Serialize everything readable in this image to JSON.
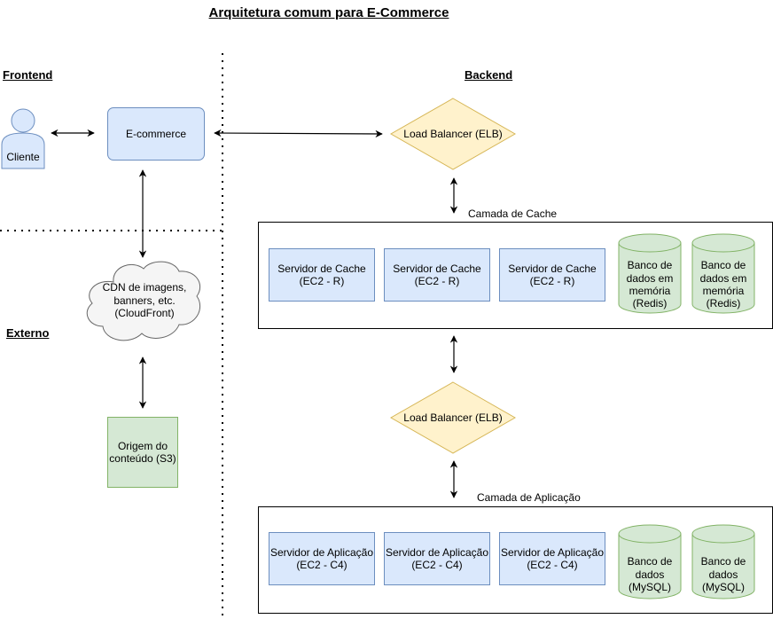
{
  "title": "Arquitetura comum para E-Commerce",
  "sections": {
    "frontend": "Frontend",
    "backend": "Backend",
    "externo": "Externo"
  },
  "nodes": {
    "client": "Cliente",
    "ecommerce": "E-commerce",
    "load_balancer_top": "Load Balancer (ELB)",
    "load_balancer_bottom": "Load Balancer (ELB)",
    "cdn": "CDN de imagens,\nbanners, etc.\n(CloudFront)",
    "origin": "Origem do\nconteúdo (S3)"
  },
  "cache_layer": {
    "label": "Camada de Cache",
    "servers": [
      "Servidor de Cache\n(EC2 - R)",
      "Servidor de Cache\n(EC2 - R)",
      "Servidor de Cache\n(EC2 - R)"
    ],
    "databases": [
      "Banco de\ndados em\nmemória\n(Redis)",
      "Banco de\ndados em\nmemória\n(Redis)"
    ]
  },
  "app_layer": {
    "label": "Camada de Aplicação",
    "servers": [
      "Servidor de Aplicação\n(EC2 - C4)",
      "Servidor de Aplicação\n(EC2 - C4)",
      "Servidor de Aplicação\n(EC2 - C4)"
    ],
    "databases": [
      "Banco de\ndados\n(MySQL)",
      "Banco de\ndados\n(MySQL)"
    ]
  },
  "colors": {
    "blue_fill": "#dae8fc",
    "blue_stroke": "#6c8ebf",
    "green_fill": "#d5e8d4",
    "green_stroke": "#82b366",
    "yellow_fill": "#fff2cc",
    "yellow_stroke": "#d6b656",
    "cloud_fill": "#f5f5f5",
    "cloud_stroke": "#666666"
  }
}
